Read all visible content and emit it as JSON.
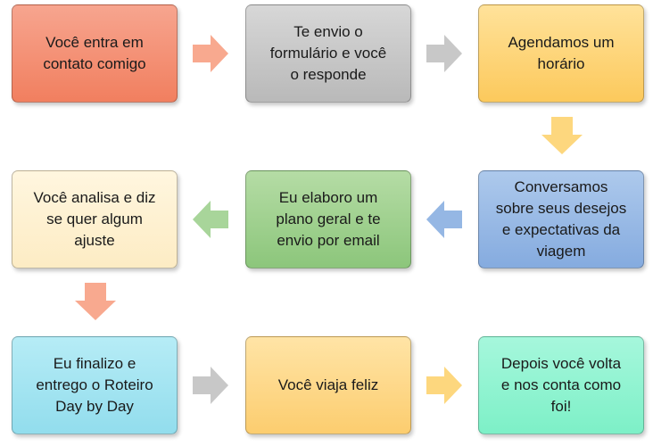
{
  "steps": [
    {
      "text": "Você entra em\ncontato comigo",
      "color_top": "#f7a58f",
      "color_bottom": "#f17f5f"
    },
    {
      "text": "Te envio o\nformulário e você\no responde",
      "color_top": "#d7d7d7",
      "color_bottom": "#b9b9b9"
    },
    {
      "text": "Agendamos um\nhorário",
      "color_top": "#ffe29a",
      "color_bottom": "#fcc95c"
    },
    {
      "text": "Conversamos\nsobre seus desejos\ne expectativas da\nviagem",
      "color_top": "#adc9ec",
      "color_bottom": "#85abdf"
    },
    {
      "text": "Eu elaboro um\nplano geral e te\nenvio por email",
      "color_top": "#b5dca5",
      "color_bottom": "#8cc67b"
    },
    {
      "text": "Você analisa e diz\nse quer algum\najuste",
      "color_top": "#fff6df",
      "color_bottom": "#fdecc4"
    },
    {
      "text": "Eu finalizo e\nentrego o Roteiro\nDay by Day",
      "color_top": "#b6ecf6",
      "color_bottom": "#92dded"
    },
    {
      "text": "Você viaja feliz",
      "color_top": "#ffe4a6",
      "color_bottom": "#fccd6f"
    },
    {
      "text": "Depois você volta\ne nos conta como\nfoi!",
      "color_top": "#a6f7dc",
      "color_bottom": "#7df0c7"
    }
  ],
  "arrows": [
    {
      "direction": "right",
      "color": "#f8a98f"
    },
    {
      "direction": "right",
      "color": "#c8c8c8"
    },
    {
      "direction": "down",
      "color": "#fdd77e"
    },
    {
      "direction": "left",
      "color": "#95b7e4"
    },
    {
      "direction": "left",
      "color": "#a8d59a"
    },
    {
      "direction": "down",
      "color": "#f8a98f"
    },
    {
      "direction": "right",
      "color": "#c8c8c8"
    },
    {
      "direction": "right",
      "color": "#fdd77e"
    }
  ]
}
